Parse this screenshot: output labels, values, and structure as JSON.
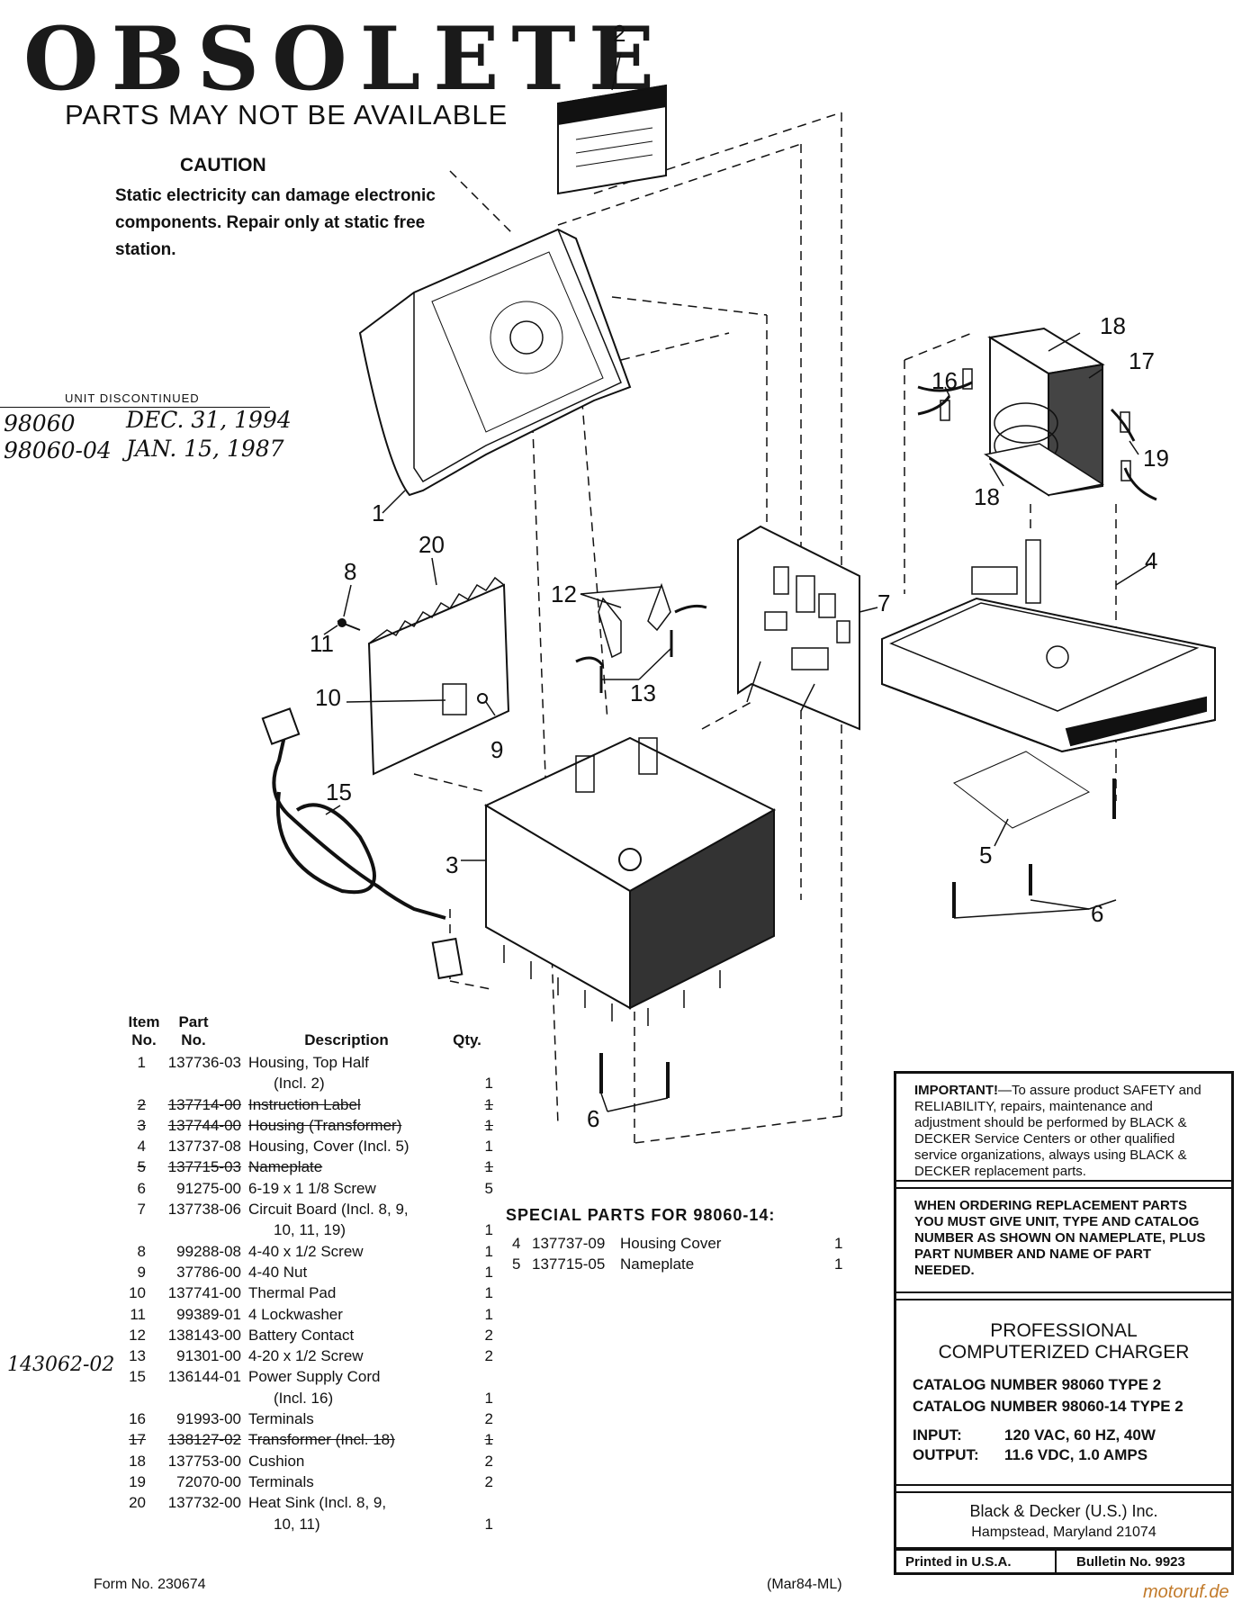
{
  "header": {
    "obsolete": "OBSOLETE",
    "warning": "PARTS MAY NOT BE AVAILABLE",
    "caution_title": "CAUTION",
    "caution_text": "Static electricity can damage electronic components. Repair only at static free station."
  },
  "discontinued": {
    "label": "UNIT DISCONTINUED",
    "rows": [
      {
        "unit": "98060",
        "date": "DEC. 31, 1994"
      },
      {
        "unit": "98060-04",
        "date": "JAN. 15, 1987"
      }
    ]
  },
  "table": {
    "headers": {
      "item": "Item No.",
      "part": "Part No.",
      "description": "Description",
      "qty": "Qty."
    },
    "rows": [
      {
        "item": "1",
        "part": "137736-03",
        "desc": "Housing, Top Half",
        "qty": "",
        "struck": false
      },
      {
        "item": "",
        "part": "",
        "desc": "(Incl. 2)",
        "qty": "1",
        "struck": false
      },
      {
        "item": "2",
        "part": "137714-00",
        "desc": "Instruction Label",
        "qty": "1",
        "struck": true
      },
      {
        "item": "3",
        "part": "137744-00",
        "desc": "Housing (Transformer)",
        "qty": "1",
        "struck": true
      },
      {
        "item": "4",
        "part": "137737-08",
        "desc": "Housing, Cover (Incl. 5)",
        "qty": "1",
        "struck": false
      },
      {
        "item": "5",
        "part": "137715-03",
        "desc": "Nameplate",
        "qty": "1",
        "struck": true
      },
      {
        "item": "6",
        "part": "91275-00",
        "desc": "6-19 x 1 1/8 Screw",
        "qty": "5",
        "struck": false
      },
      {
        "item": "7",
        "part": "137738-06",
        "desc": "Circuit Board (Incl. 8, 9,",
        "qty": "",
        "struck": false
      },
      {
        "item": "",
        "part": "",
        "desc": "10, 11, 19)",
        "qty": "1",
        "struck": false
      },
      {
        "item": "8",
        "part": "99288-08",
        "desc": "4-40 x 1/2 Screw",
        "qty": "1",
        "struck": false
      },
      {
        "item": "9",
        "part": "37786-00",
        "desc": "4-40 Nut",
        "qty": "1",
        "struck": false
      },
      {
        "item": "10",
        "part": "137741-00",
        "desc": "Thermal Pad",
        "qty": "1",
        "struck": false
      },
      {
        "item": "11",
        "part": "99389-01",
        "desc": "4 Lockwasher",
        "qty": "1",
        "struck": false
      },
      {
        "item": "12",
        "part": "138143-00",
        "desc": "Battery Contact",
        "qty": "2",
        "struck": false
      },
      {
        "item": "13",
        "part": "91301-00",
        "desc": "4-20 x 1/2 Screw",
        "qty": "2",
        "struck": false
      },
      {
        "item": "15",
        "part": "136144-01",
        "desc": "Power Supply Cord",
        "qty": "",
        "struck": false
      },
      {
        "item": "",
        "part": "",
        "desc": "(Incl. 16)",
        "qty": "1",
        "struck": false
      },
      {
        "item": "16",
        "part": "91993-00",
        "desc": "Terminals",
        "qty": "2",
        "struck": false
      },
      {
        "item": "17",
        "part": "138127-02",
        "desc": "Transformer (Incl. 18)",
        "qty": "1",
        "struck": true
      },
      {
        "item": "18",
        "part": "137753-00",
        "desc": "Cushion",
        "qty": "2",
        "struck": false
      },
      {
        "item": "19",
        "part": "72070-00",
        "desc": "Terminals",
        "qty": "2",
        "struck": false
      },
      {
        "item": "20",
        "part": "137732-00",
        "desc": "Heat Sink (Incl. 8, 9,",
        "qty": "",
        "struck": false
      },
      {
        "item": "",
        "part": "",
        "desc": "10, 11)",
        "qty": "1",
        "struck": false
      }
    ],
    "handwritten_note": "143062-02"
  },
  "special": {
    "title": "SPECIAL PARTS FOR 98060-14:",
    "rows": [
      {
        "item": "4",
        "part": "137737-09",
        "desc": "Housing Cover",
        "qty": "1"
      },
      {
        "item": "5",
        "part": "137715-05",
        "desc": "Nameplate",
        "qty": "1"
      }
    ]
  },
  "info": {
    "important_lead": "IMPORTANT!",
    "important_text": "—To assure product SAFETY and RELIABILITY, repairs, maintenance and adjustment should be performed by BLACK & DECKER Service Centers or other qualified service organizations, always using BLACK & DECKER replacement parts.",
    "ordering": "WHEN ORDERING REPLACEMENT PARTS YOU MUST GIVE UNIT, TYPE AND CATALOG NUMBER AS SHOWN ON NAMEPLATE, PLUS PART NUMBER AND NAME OF PART NEEDED.",
    "product_line1": "PROFESSIONAL",
    "product_line2": "COMPUTERIZED CHARGER",
    "catalog1": "CATALOG NUMBER 98060 TYPE 2",
    "catalog2": "CATALOG NUMBER 98060-14 TYPE 2",
    "input_label": "INPUT:",
    "input_value": "120 VAC, 60 HZ, 40W",
    "output_label": "OUTPUT:",
    "output_value": "11.6 VDC, 1.0 AMPS",
    "company": "Black & Decker (U.S.) Inc.",
    "address": "Hampstead, Maryland 21074",
    "printed": "Printed in U.S.A.",
    "bulletin": "Bulletin No. 9923"
  },
  "footer": {
    "form": "Form No. 230674",
    "code": "(Mar84-ML)",
    "watermark": "motoruf.de"
  },
  "callouts": [
    "1",
    "2",
    "3",
    "4",
    "5",
    "6",
    "6",
    "7",
    "8",
    "9",
    "10",
    "11",
    "12",
    "13",
    "15",
    "16",
    "17",
    "18",
    "18",
    "19",
    "20"
  ]
}
